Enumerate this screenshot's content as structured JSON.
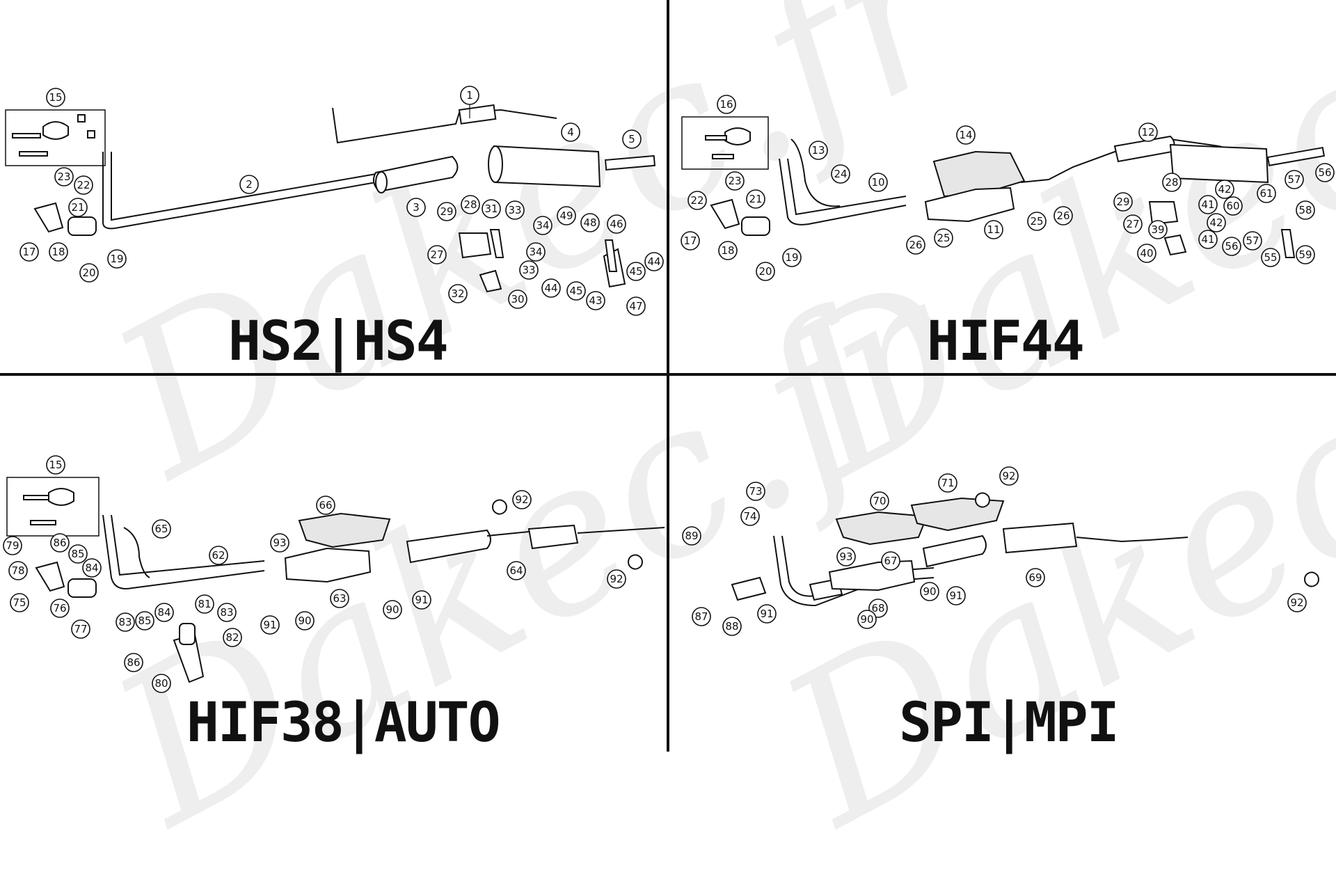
{
  "panels": {
    "top_left": {
      "title": "HS2|HS4",
      "callouts": [
        "1",
        "2",
        "3",
        "4",
        "5",
        "15",
        "17",
        "18",
        "19",
        "20",
        "21",
        "22",
        "23",
        "27",
        "28",
        "29",
        "30",
        "31",
        "32",
        "33",
        "33",
        "34",
        "34",
        "43",
        "44",
        "44",
        "45",
        "45",
        "46",
        "47",
        "48",
        "49"
      ]
    },
    "top_right": {
      "title": "HIF44",
      "callouts": [
        "10",
        "11",
        "12",
        "13",
        "14",
        "16",
        "17",
        "18",
        "19",
        "20",
        "21",
        "22",
        "23",
        "24",
        "25",
        "25",
        "26",
        "26",
        "27",
        "28",
        "29",
        "39",
        "40",
        "41",
        "41",
        "42",
        "42",
        "55",
        "56",
        "56",
        "57",
        "57",
        "58",
        "59",
        "60",
        "61"
      ]
    },
    "bottom_left": {
      "title": "HIF38|AUTO",
      "callouts": [
        "15",
        "62",
        "63",
        "64",
        "65",
        "66",
        "75",
        "76",
        "77",
        "78",
        "79",
        "80",
        "81",
        "82",
        "83",
        "83",
        "84",
        "84",
        "85",
        "85",
        "86",
        "86",
        "90",
        "90",
        "91",
        "91",
        "92",
        "92",
        "93"
      ]
    },
    "bottom_right": {
      "title": "SPI|MPI",
      "callouts": [
        "67",
        "68",
        "69",
        "70",
        "71",
        "73",
        "74",
        "87",
        "88",
        "89",
        "90",
        "90",
        "91",
        "91",
        "92",
        "92",
        "93"
      ]
    }
  },
  "watermark": "Dakec.fr"
}
